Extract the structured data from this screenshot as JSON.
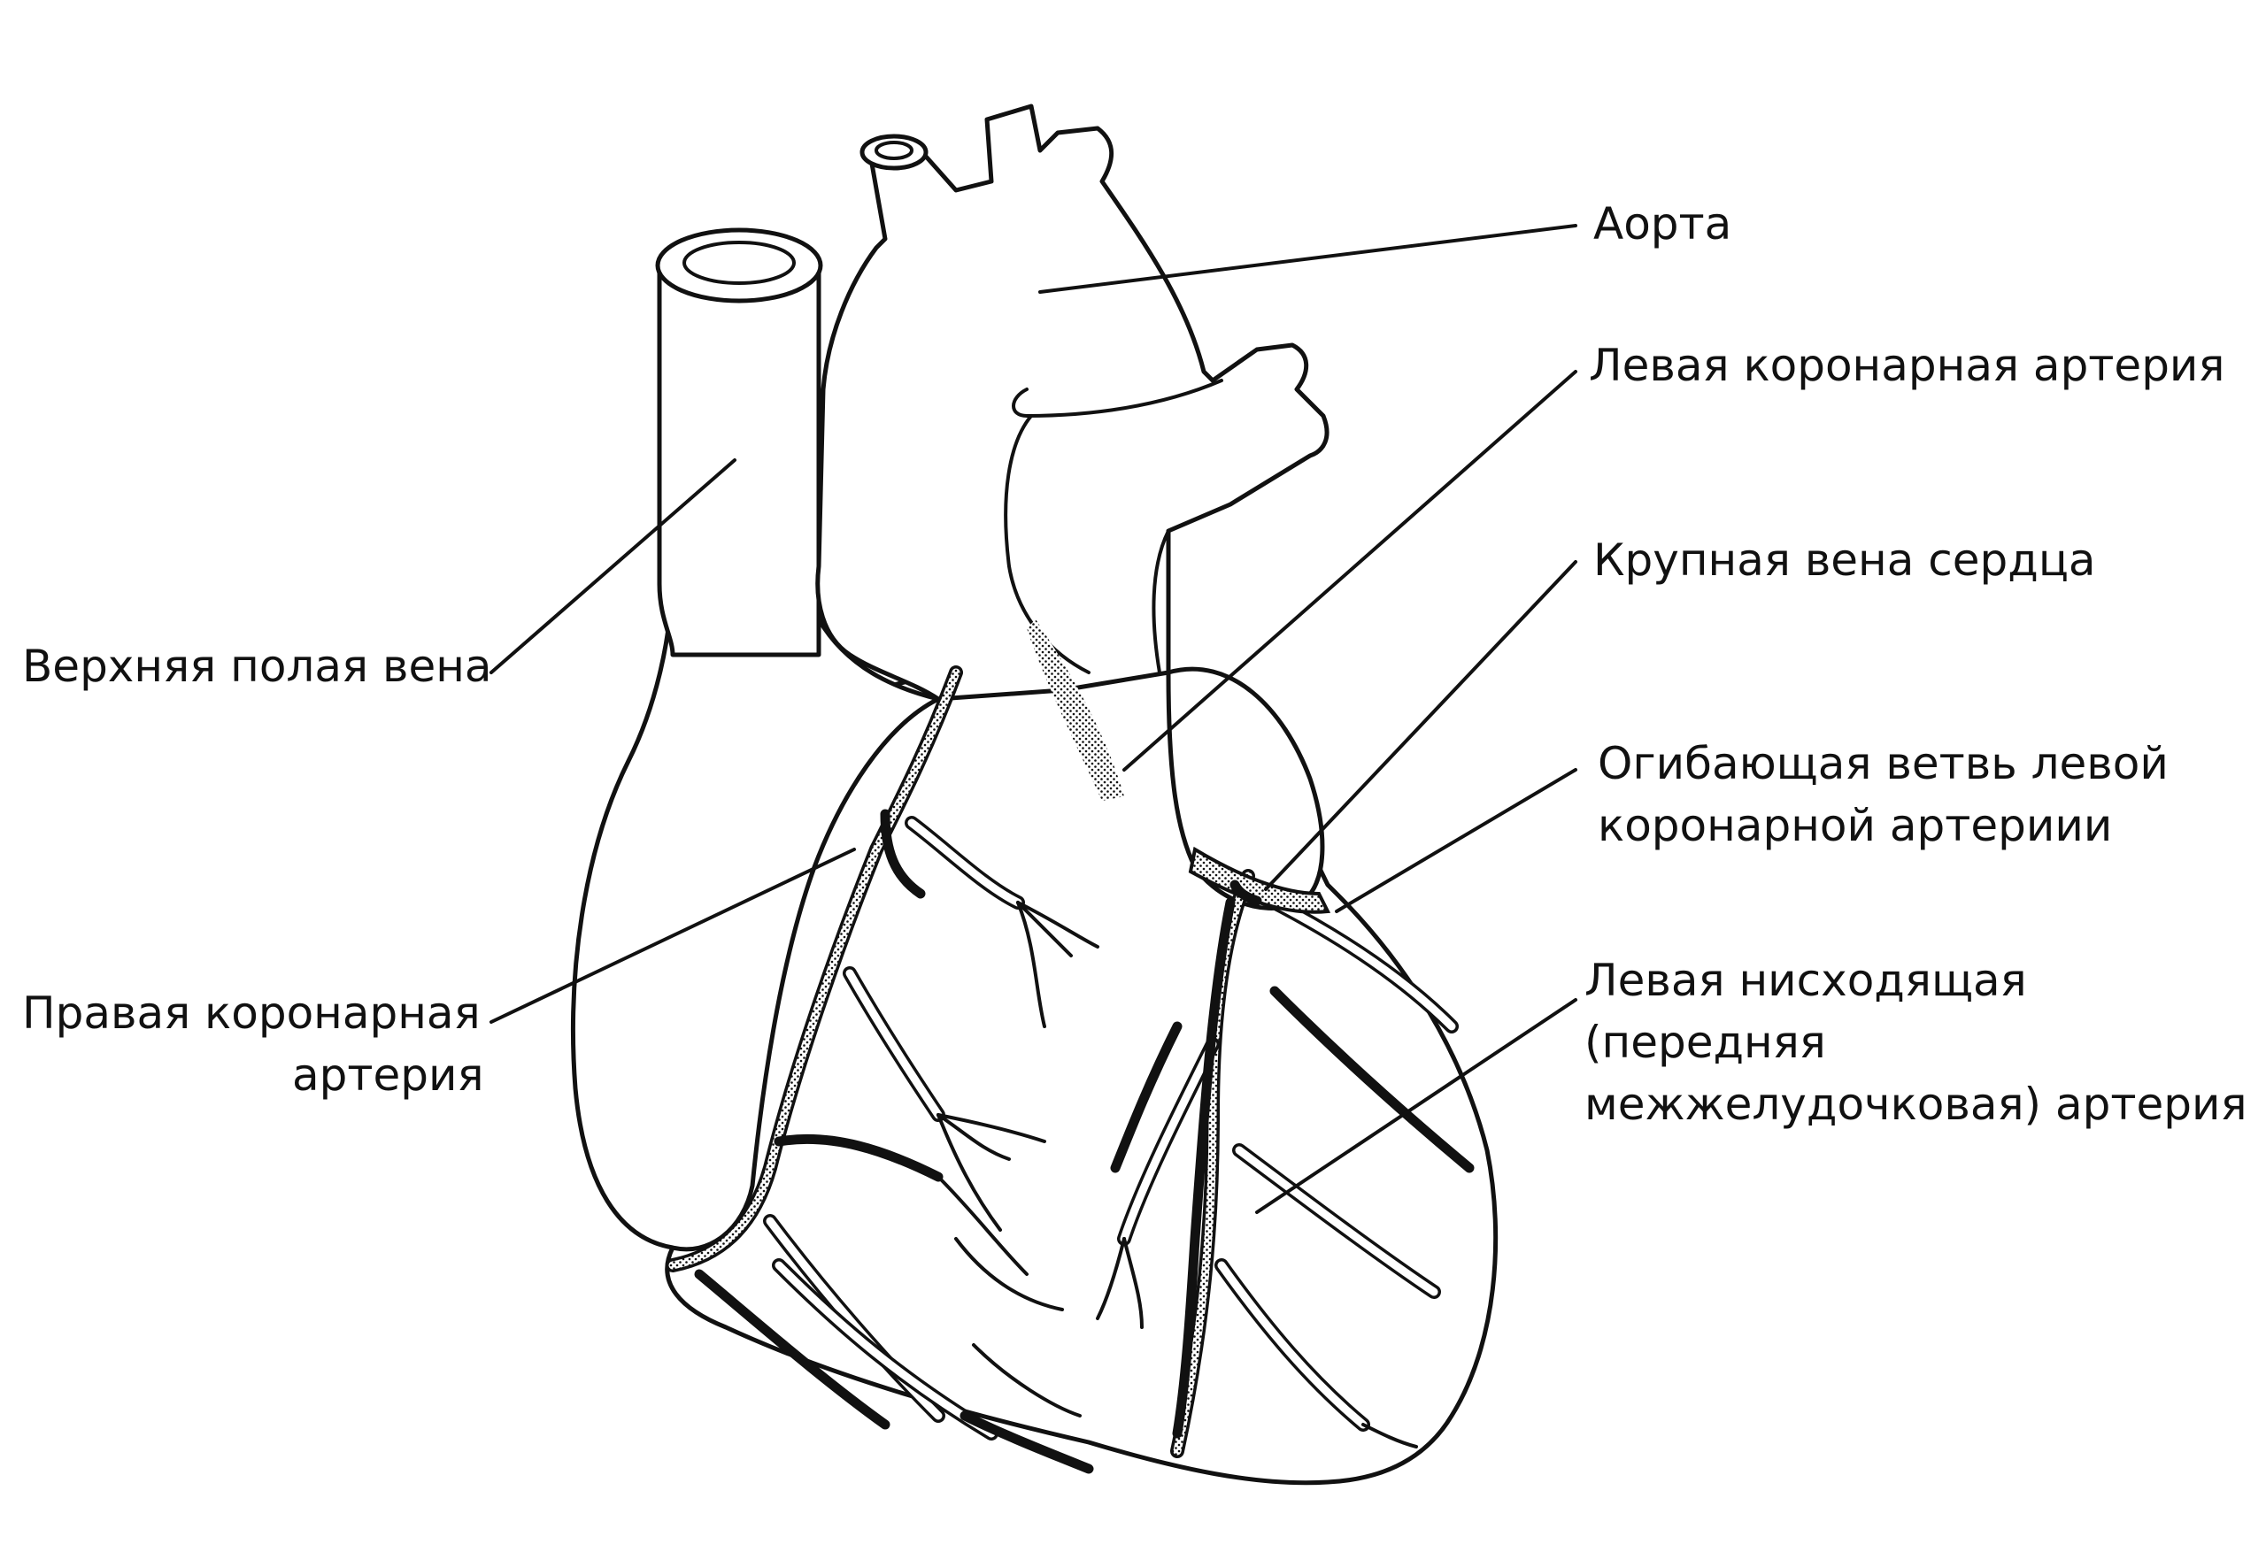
{
  "labels": {
    "aorta": "Аорта",
    "left_coronary_artery": "Левая коронарная артерия",
    "great_cardiac_vein": "Крупная вена сердца",
    "circumflex_line1": "Огибающая ветвь левой",
    "circumflex_line2": "коронарной артериии",
    "superior_vena_cava": "Верхняя полая вена",
    "right_coronary_line1": "Правая коронарная",
    "right_coronary_line2": "артерия",
    "lad_line1": "Левая нисходящая",
    "lad_line2": "(передняя",
    "lad_line3": "межжелудочковая) артерия"
  },
  "colors": {
    "ink": "#111111",
    "background": "#ffffff"
  }
}
